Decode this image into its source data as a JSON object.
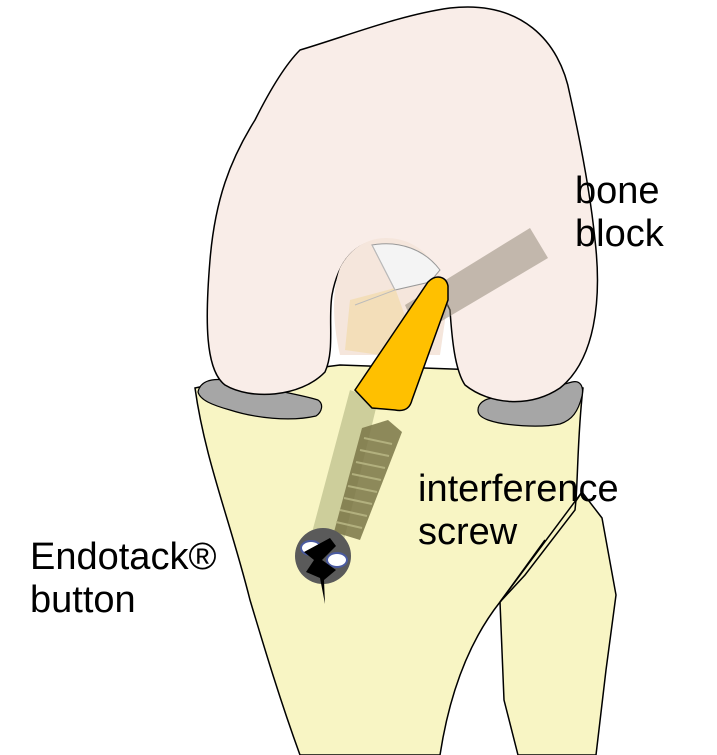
{
  "labels": {
    "bone_block": [
      "bone",
      "block"
    ],
    "interference_screw": [
      "interference",
      "screw"
    ],
    "endotack_button": [
      "Endotack®",
      "button"
    ]
  },
  "colors": {
    "femur_fill": "#f9ede8",
    "tibia_fill": "#f8f5c4",
    "meniscus_fill": "#a6a6a6",
    "bone_block_fill": "#ffc000",
    "graft_tunnel": "#8c8270",
    "screw_fill": "#7a7648",
    "button_fill": "#5a5a5a",
    "outline": "#000000"
  }
}
